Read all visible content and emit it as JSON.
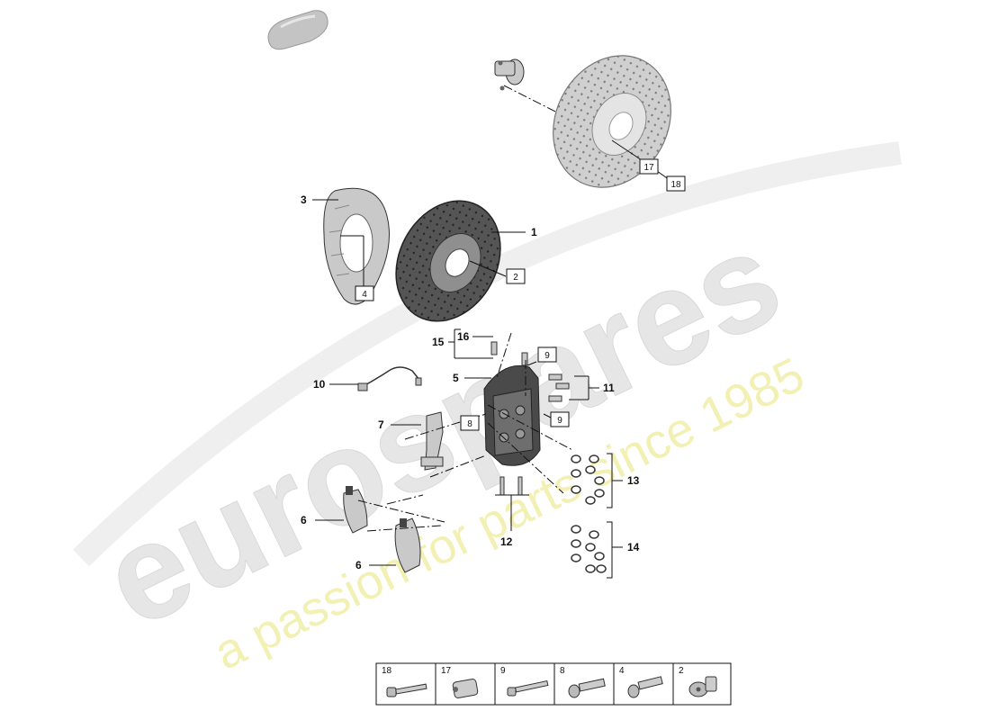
{
  "watermark": {
    "brand": "eurospares",
    "tagline": "a passion for parts since 1985"
  },
  "callouts": {
    "plain": [
      "1",
      "3",
      "5",
      "6",
      "6",
      "7",
      "10",
      "11",
      "12",
      "13",
      "14",
      "15",
      "16"
    ],
    "boxed": [
      "2",
      "4",
      "8",
      "9",
      "9",
      "17",
      "18"
    ]
  },
  "legend": {
    "cells": [
      {
        "num": "18",
        "icon": "long-bolt-icon"
      },
      {
        "num": "17",
        "icon": "sleeve-nut-icon"
      },
      {
        "num": "9",
        "icon": "long-bolt-icon"
      },
      {
        "num": "8",
        "icon": "flange-bolt-icon"
      },
      {
        "num": "4",
        "icon": "short-bolt-icon"
      },
      {
        "num": "2",
        "icon": "countersunk-screw-icon"
      }
    ]
  }
}
